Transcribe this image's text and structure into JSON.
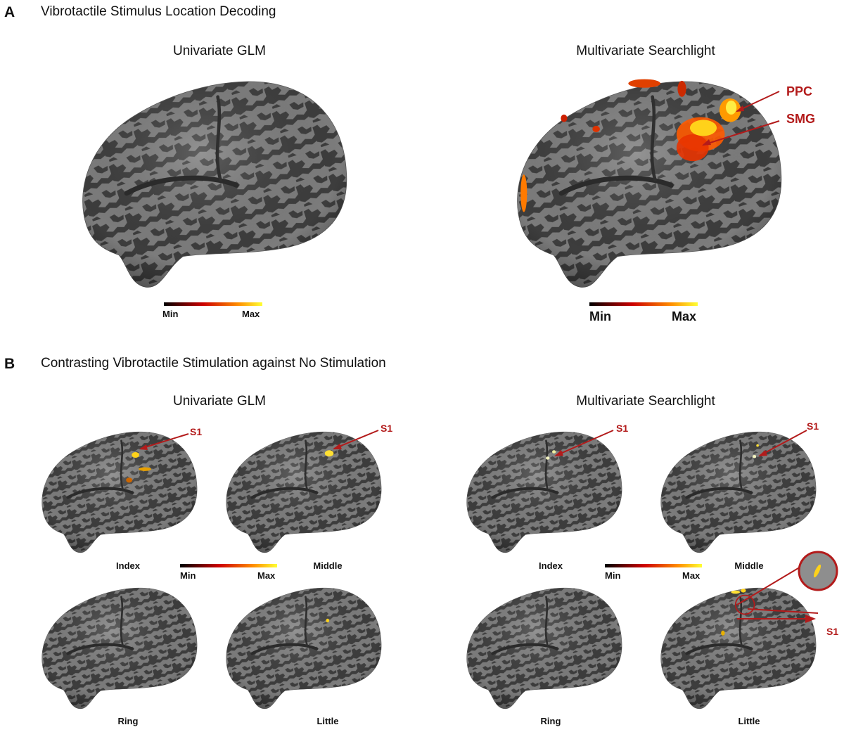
{
  "panel_a": {
    "letter": "A",
    "title": "Vibrotactile Stimulus Location Decoding",
    "left_title": "Univariate GLM",
    "right_title": "Multivariate Searchlight",
    "callouts": [
      "PPC",
      "SMG"
    ]
  },
  "panel_b": {
    "letter": "B",
    "title": "Contrasting Vibrotactile Stimulation against No Stimulation",
    "left_title": "Univariate GLM",
    "right_title": "Multivariate Searchlight",
    "fingers": [
      "Index",
      "Middle",
      "Ring",
      "Little"
    ],
    "callout": "S1"
  },
  "colorbar": {
    "min": "Min",
    "max": "Max"
  },
  "colors": {
    "accent": "#b31b1b",
    "brain_light": "#7e7e7e",
    "brain_dark": "#3c3c3c"
  }
}
